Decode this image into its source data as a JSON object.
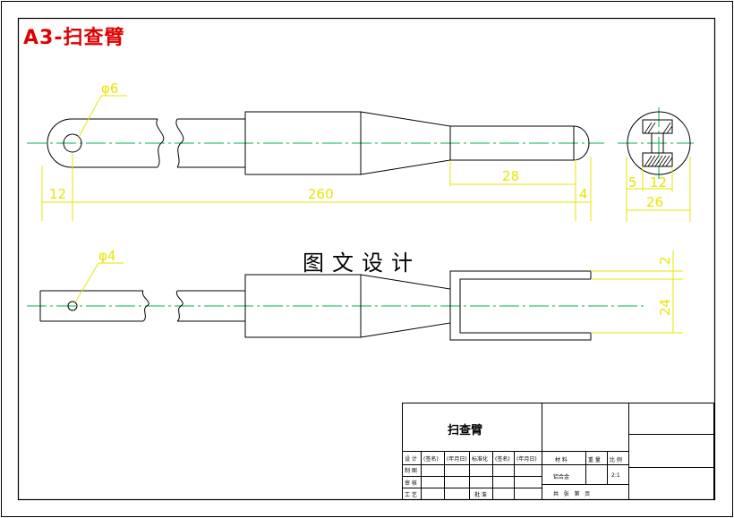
{
  "drawing_title": "A3-扫查臂",
  "watermark": "图文设计",
  "callouts": {
    "hole_top": "φ6",
    "hole_bottom": "φ4"
  },
  "dimensions": {
    "d12": "12",
    "d260": "260",
    "d4": "4",
    "d28": "28",
    "d5": "5",
    "d12b": "12",
    "d26": "26",
    "d24": "24",
    "d2": "2"
  },
  "title_block": {
    "part_name": "扫查臂",
    "row_labels": [
      "设 计",
      "制 图",
      "审 核",
      "工 艺"
    ],
    "header_cells": [
      "(签名)",
      "(年月日)",
      "标准化",
      "(签名)",
      "(年月日)"
    ],
    "approve_label": "批 准",
    "material_label": "材 料",
    "weight_label": "重 量",
    "scale_label": "比 例",
    "material_value": "铝合金",
    "scale_value": "2:1",
    "sheets_text": "共   张   第   页"
  },
  "colors": {
    "outline": "#000000",
    "centerline": "#00b050",
    "dimension": "#e6e600",
    "title": "#e00000"
  }
}
